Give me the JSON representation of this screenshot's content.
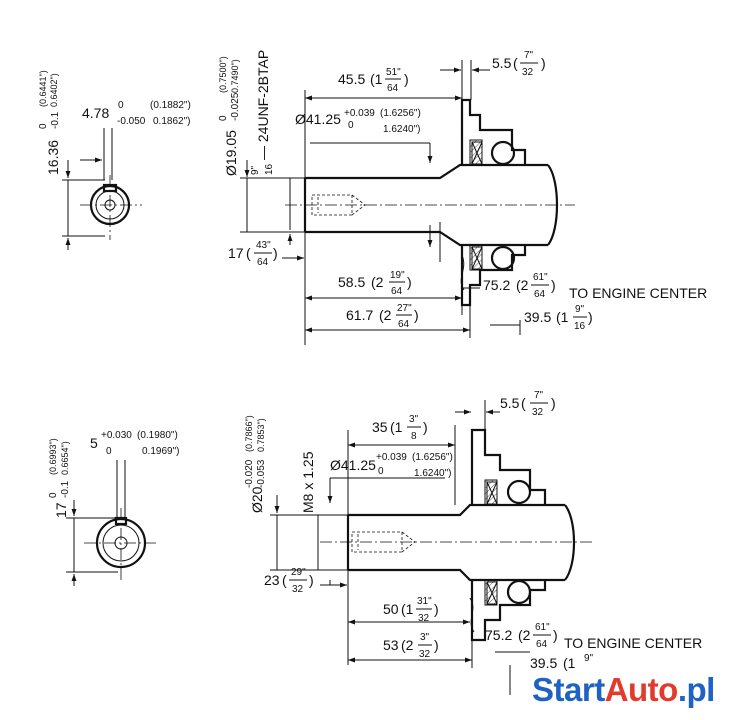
{
  "top": {
    "key_depth": {
      "nominal": "16.36",
      "tol_upper": "0",
      "tol_lower": "-0.1",
      "inch_upper": "(0.6441\")",
      "inch_lower": "0.6402\")"
    },
    "key_width": {
      "nominal": "4.78",
      "tol_upper": "0",
      "tol_lower": "-0.050",
      "inch_upper": "(0.1882\")",
      "inch_lower": "0.1862\")"
    },
    "shaft_dia": {
      "nominal": "Ø19.05",
      "tol_upper": "0",
      "tol_lower": "-0.025",
      "inch_upper": "(0.7500\")",
      "inch_lower": "0.7490\")"
    },
    "thread": {
      "num": "9\"",
      "den": "16",
      "text": "— 24UNF-2BTAP"
    },
    "flange_dia": {
      "nominal": "Ø41.25",
      "tol_upper": "+0.039",
      "tol_lower": "0",
      "inch_upper": "(1.6256\")",
      "inch_lower": "1.6240\")"
    },
    "len_45": {
      "value": "45.5",
      "whole": "(1",
      "num": "51\"",
      "den": "64",
      "close": ")"
    },
    "len_5_5": {
      "value": "5.5",
      "open": "(",
      "num": "7\"",
      "den": "32",
      "close": ")"
    },
    "len_17": {
      "value": "17",
      "open": "(",
      "num": "43\"",
      "den": "64",
      "close": ")"
    },
    "len_58": {
      "value": "58.5",
      "whole": "(2",
      "num": "19\"",
      "den": "64",
      "close": ")"
    },
    "len_75": {
      "value": "75.2",
      "whole": "(2",
      "num": "61\"",
      "den": "64",
      "close": ")"
    },
    "len_61": {
      "value": "61.7",
      "whole": "(2",
      "num": "27\"",
      "den": "64",
      "close": ")"
    },
    "len_39": {
      "value": "39.5",
      "whole": "(1",
      "num": "9\"",
      "den": "16",
      "close": ")"
    },
    "engine_center": "TO ENGINE CENTER"
  },
  "bottom": {
    "key_depth": {
      "nominal": "17",
      "tol_upper": "0",
      "tol_lower": "-0.1",
      "inch_upper": "(0.6993\")",
      "inch_lower": "0.6654\")"
    },
    "key_width": {
      "nominal": "5",
      "tol_upper": "+0.030",
      "tol_lower": "0",
      "inch_upper": "(0.1980\")",
      "inch_lower": "0.1969\")"
    },
    "shaft_dia": {
      "nominal": "Ø20",
      "tol_upper": "-0.020",
      "tol_lower": "-0.053",
      "inch_upper": "(0.7866\")",
      "inch_lower": "0.7853\")"
    },
    "thread": {
      "text": "M8 x 1.25"
    },
    "flange_dia": {
      "nominal": "Ø41.25",
      "tol_upper": "+0.039",
      "tol_lower": "0",
      "inch_upper": "(1.6256\")",
      "inch_lower": "1.6240\")"
    },
    "len_35": {
      "value": "35",
      "whole": "(1",
      "num": "3\"",
      "den": "8",
      "close": ")"
    },
    "len_5_5": {
      "value": "5.5",
      "open": "(",
      "num": "7\"",
      "den": "32",
      "close": ")"
    },
    "len_23": {
      "value": "23",
      "open": "(",
      "num": "29\"",
      "den": "32",
      "close": ")"
    },
    "len_50": {
      "value": "50",
      "whole": "(1",
      "num": "31\"",
      "den": "32",
      "close": ")"
    },
    "len_75": {
      "value": "75.2",
      "whole": "(2",
      "num": "61\"",
      "den": "64",
      "close": ")"
    },
    "len_53": {
      "value": "53",
      "whole": "(2",
      "num": "3\"",
      "den": "32",
      "close": ")"
    },
    "len_39_partial": {
      "value": "39.5",
      "whole": "(1",
      "num": "9\""
    },
    "engine_center": "TO ENGINE CENTER"
  },
  "watermark": {
    "part1": "Start",
    "part2": "Auto",
    "part3": ".pl",
    "color_blue": "#1e63c4",
    "color_red": "#e23a2b"
  }
}
